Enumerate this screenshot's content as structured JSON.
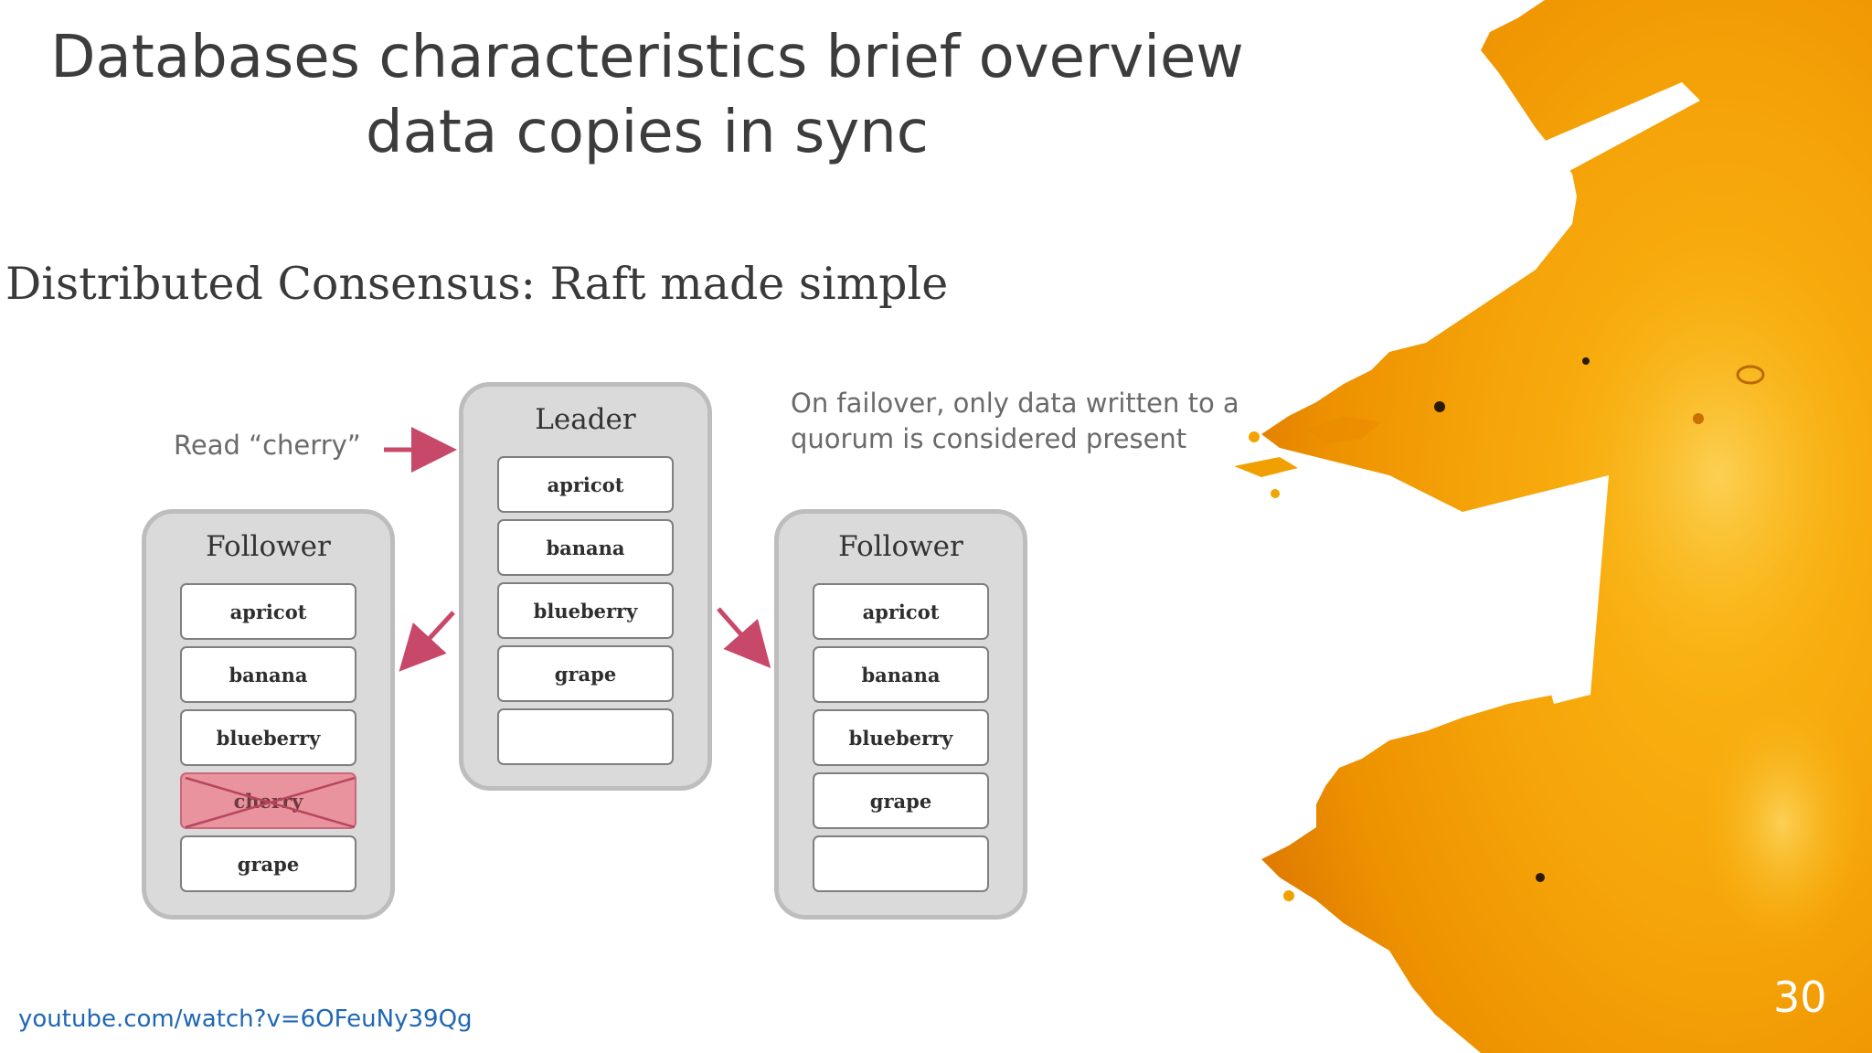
{
  "slide": {
    "title_line1": "Databases characteristics brief overview",
    "title_line2": "data copies in sync",
    "page_number": "30",
    "source_link": "youtube.com/watch?v=6OFeuNy39Qg",
    "accent_color": "#f5a800"
  },
  "diagram": {
    "title": "Distributed Consensus: Raft made simple",
    "read_note": "Read “cherry”",
    "quorum_note_line1": "On failover, only data written to a",
    "quorum_note_line2": "quorum is considered present",
    "leader": {
      "title": "Leader",
      "entries": [
        "apricot",
        "banana",
        "blueberry",
        "grape",
        ""
      ]
    },
    "follower_left": {
      "title": "Follower",
      "entries": [
        "apricot",
        "banana",
        "blueberry",
        "cherry",
        "grape"
      ]
    },
    "follower_right": {
      "title": "Follower",
      "entries": [
        "apricot",
        "banana",
        "blueberry",
        "grape",
        ""
      ]
    },
    "colors": {
      "arrow": "#c8486a",
      "discarded_entry": "#e8939e",
      "node_fill": "#dadada"
    }
  }
}
